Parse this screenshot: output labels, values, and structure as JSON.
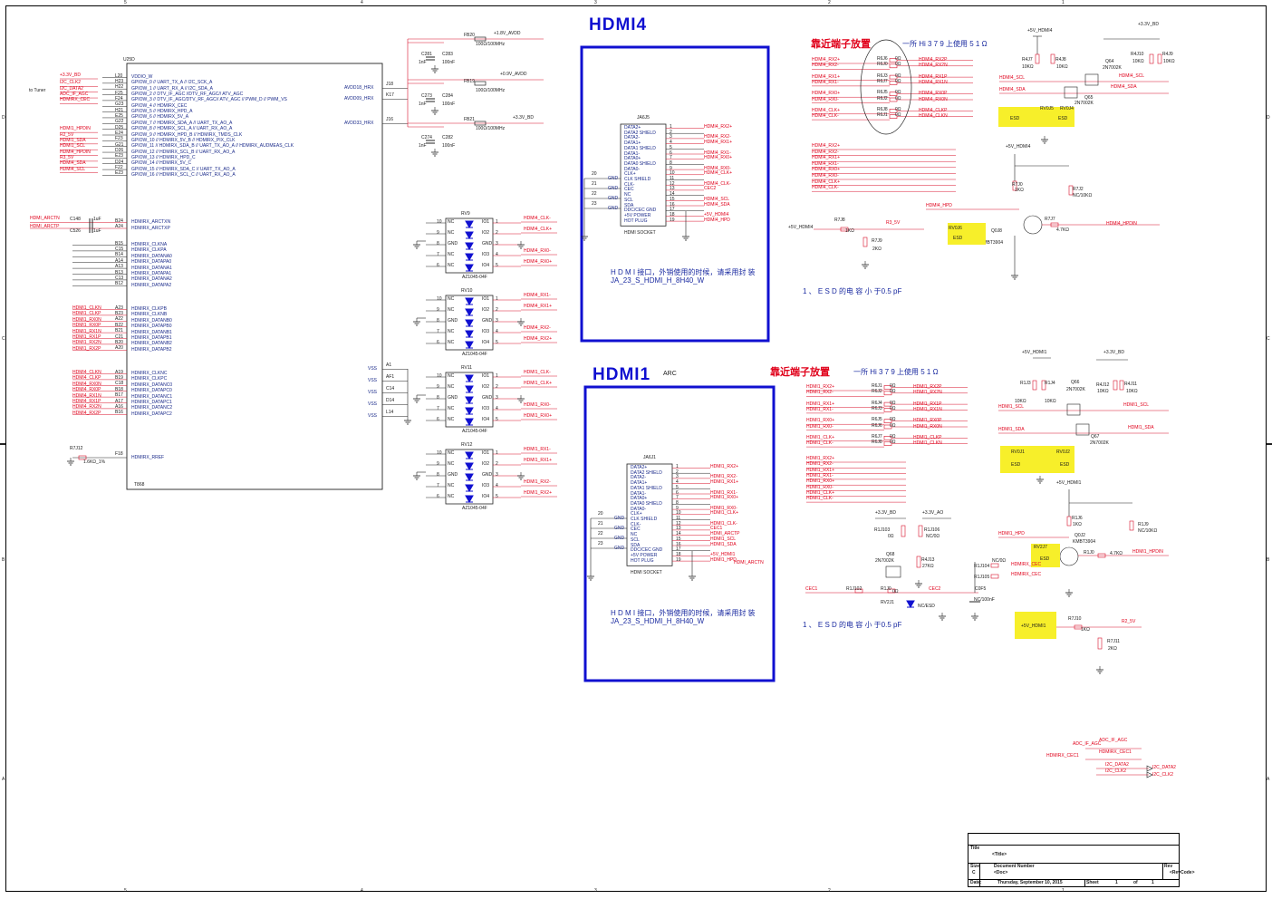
{
  "titles": {
    "hdmi4": "HDMI4",
    "hdmi1": "HDMI1",
    "arc": "ARC"
  },
  "notes": {
    "near_terminal": "靠近端子放置",
    "res_note": "一所 Hi 3 7 9 上使用 5 1 Ω",
    "socket_note_1": "H D M I 接口，外销使用的时候，请采用封 装",
    "socket_note_2": "JA_23_S_HDMI_H_8H40_W",
    "esd_note": "1 、 E S D 的电 容 小 于0.5 pF"
  },
  "chip": {
    "ref": "U25D",
    "part": "T868",
    "pins_left": [
      "VDDIO_W",
      "GPIOW_0 // UART_TX_A // I2C_SCK_A",
      "GPIOW_1 // UART_RX_A // I2C_SDA_A",
      "GPIOW_2 // DTV_IF_AGC //DTV_RF_AGC// ATV_AGC",
      "GPIOW_3 // DTV_IF_AGC/DTV_RF_AGC// ATV_AGC // PWM_D // PWM_VS",
      "GPIOW_4 // HDMIRX_CEC",
      "GPIOW_5 // HDMIRX_HPD_A",
      "GPIOW_6 // HDMIRX_5V_A",
      "GPIOW_7 // HDMIRX_SDA_A // UART_TX_AO_A",
      "GPIOW_8 // HDMIRX_SCL_A // UART_RX_AO_A",
      "GPIOW_9 // HDMIRX_HPD_B // HDMIRX_TMDS_CLK",
      "GPIOW_10 // HDMIRX_5V_B // HDMIRX_PIX_CLK",
      "GPIOW_11 // HDMIRX_SDA_B // UART_TX_AO_A // HDMIRX_AUDMEAS_CLK",
      "GPIOW_12 // HDMIRX_SCL_B // UART_RX_AO_A",
      "GPIOW_13 // HDMIRX_HPD_C",
      "GPIOW_14 // HDMIRX_5V_C",
      "GPIOW_15 // HDMIRX_SDA_C // UART_TX_AO_A",
      "GPIOW_16 // HDMIRX_SCL_C // UART_RX_AO_A"
    ],
    "pin_nums": [
      "L20",
      "H23",
      "H22",
      "F25",
      "F24",
      "G23",
      "H21",
      "E25",
      "G22",
      "D25",
      "E24",
      "F23",
      "G21",
      "D26",
      "E23",
      "D24",
      "F22",
      "E23"
    ],
    "left_nets": [
      "+3.3V_BD",
      "I2C_CLK2",
      "I2C_DATA2",
      "ADC_IF_AGC",
      "HDMIRX_CEC",
      "",
      "",
      "",
      "",
      "HDMI1_HPDIN",
      "R2_5V",
      "HDMI1_SDA",
      "HDMI1_SCL",
      "HDMI4_HPDIN",
      "R3_5V",
      "HDMI4_SDA",
      "HDMI4_SCL"
    ],
    "to_tuner": "to Tuner",
    "arc_pins": [
      "HDMIRX_ARCTXN",
      "HDMIRX_ARCTXP"
    ],
    "arc_nums": [
      "B24",
      "A24"
    ],
    "arc_nets": [
      "HDMI_ARCTN",
      "HDMI_ARCTP"
    ],
    "arc_caps": [
      "C148",
      "C526"
    ],
    "arc_cap_vals": [
      "1uF",
      "1uF"
    ],
    "groupA_pins": [
      "HDMIRX_CLKNA",
      "HDMIRX_CLKPA",
      "HDMIRX_DATANA0",
      "HDMIRX_DATAPA0",
      "HDMIRX_DATANA1",
      "HDMIRX_DATAPA1",
      "HDMIRX_DATANA2",
      "HDMIRX_DATAPA2"
    ],
    "groupA_nums": [
      "B15",
      "C15",
      "B14",
      "A14",
      "A13",
      "B13",
      "C13",
      "B12"
    ],
    "groupB_pins": [
      "HDMIRX_CLKPB",
      "HDMIRX_CLKNB",
      "HDMIRX_DATANB0",
      "HDMIRX_DATAPB0",
      "HDMIRX_DATANB1",
      "HDMIRX_DATAPB1",
      "HDMIRX_DATANB2",
      "HDMIRX_DATAPB2"
    ],
    "groupB_nums": [
      "A23",
      "B23",
      "A22",
      "B22",
      "B21",
      "C21",
      "B20",
      "A20"
    ],
    "groupB_nets": [
      "HDMI1_CLKN",
      "HDMI1_CLKP",
      "HDMI1_RX0N",
      "HDMI1_RX0P",
      "HDMI1_RX1N",
      "HDMI1_RX1P",
      "HDMI1_RX2N",
      "HDMI1_RX2P"
    ],
    "groupC_pins": [
      "HDMIRX_CLKNC",
      "HDMIRX_CLKPC",
      "HDMIRX_DATANC0",
      "HDMIRX_DATAPC0",
      "HDMIRX_DATANC1",
      "HDMIRX_DATAPC1",
      "HDMIRX_DATANC2",
      "HDMIRX_DATAPC2"
    ],
    "groupC_nums": [
      "A19",
      "B19",
      "C18",
      "B18",
      "B17",
      "A17",
      "A16",
      "B16"
    ],
    "groupC_nets": [
      "HDMI4_CLKN",
      "HDMI4_CLKP",
      "HDMI4_RX0N",
      "HDMI4_RX0P",
      "HDMI4_RX1N",
      "HDMI4_RX1P",
      "HDMI4_RX2N",
      "HDMI4_RX2P"
    ],
    "rref_pin": "HDMIRX_RREF",
    "rref_num": "F18",
    "rref_res": "R7J12",
    "rref_val": "1.6KΩ_1%",
    "right_pins": [
      "AVDD18_HRX",
      "AVDD09_HRX",
      "AVDD33_HRX"
    ],
    "right_nums": [
      "J18",
      "K17",
      "J16"
    ],
    "vss_pins": [
      "VSS",
      "VSS",
      "VSS",
      "VSS",
      "VSS"
    ],
    "vss_nums": [
      "A1",
      "AF1",
      "C14",
      "D14",
      "L14"
    ]
  },
  "power": {
    "rails": [
      "+1.8V_AVDD",
      "+0.9V_AVDD",
      "+3.3V_BD"
    ],
    "beads": [
      "FB20",
      "FB19",
      "FB21"
    ],
    "bead_vals": [
      "100Ω/100MHz",
      "100Ω/100MHz",
      "100Ω/100MHz"
    ],
    "caps": [
      "C281",
      "C283",
      "C273",
      "C284",
      "C274",
      "C282"
    ],
    "cap_vals": [
      "1nF",
      "100nF",
      "1nF",
      "100nF",
      "1nF",
      "100nF"
    ]
  },
  "esd_arrays": {
    "refs": [
      "RV9",
      "RV10",
      "RV11",
      "RV12"
    ],
    "part": "AZ1045-04F",
    "pin_labels": [
      "IO1",
      "IO2",
      "GND",
      "IO3",
      "IO4",
      "NC",
      "NC",
      "GND",
      "NC",
      "NC"
    ],
    "pin_nums": [
      "1",
      "2",
      "3",
      "4",
      "5",
      "6",
      "7",
      "8",
      "9",
      "10"
    ],
    "nets": [
      [
        "HDMI4_CLK-",
        "HDMI4_CLK+",
        "HDMI4_RX0-",
        "HDMI4_RX0+"
      ],
      [
        "HDMI4_RX1-",
        "HDMI4_RX1+",
        "HDMI4_RX2-",
        "HDMI4_RX2+"
      ],
      [
        "HDMI1_CLK-",
        "HDMI1_CLK+",
        "HDMI1_RX0-",
        "HDMI1_RX0+"
      ],
      [
        "HDMI1_RX1-",
        "HDMI1_RX1+",
        "HDMI1_RX2-",
        "HDMI1_RX2+"
      ]
    ]
  },
  "sockets": {
    "labels": [
      "DATA2+",
      "DATA2 SHIELD",
      "DATA2-",
      "DATA1+",
      "DATA1 SHIELD",
      "DATA1-",
      "DATA0+",
      "DATA0 SHIELD",
      "DATA0-",
      "CLK+",
      "CLK SHIELD",
      "CLK-",
      "CEC",
      "NC",
      "SCL",
      "SDA",
      "DDC/CEC GND",
      "+5V POWER",
      "HOT PLUG"
    ],
    "gnd_labels": [
      "GND",
      "GND",
      "GND",
      "GND"
    ],
    "gnd_nums": [
      "20",
      "21",
      "22",
      "23"
    ],
    "hdmi4": {
      "ref": "JA6J5",
      "footer": "HDMI SOCKET",
      "nets": [
        "HDMI4_RX2+",
        "",
        "HDMI4_RX2-",
        "HDMI4_RX1+",
        "",
        "HDMI4_RX1-",
        "HDMI4_RX0+",
        "",
        "HDMI4_RX0-",
        "HDMI4_CLK+",
        "",
        "HDMI4_CLK-",
        "CEC2",
        "",
        "HDMI4_SCL",
        "HDMI4_SDA",
        "",
        "+5V_HDMI4",
        "HDMI4_HPD"
      ]
    },
    "hdmi1": {
      "ref": "JA6J1",
      "footer": "HDMI SOCKET",
      "nets": [
        "HDMI1_RX2+",
        "",
        "HDMI1_RX2-",
        "HDMI1_RX1+",
        "",
        "HDMI1_RX1-",
        "HDMI1_RX0+",
        "",
        "HDMI1_RX0-",
        "HDMI1_CLK+",
        "",
        "HDMI1_CLK-",
        "CEC1",
        "HDMI_ARCTP",
        "HDMI1_SCL",
        "HDMI1_SDA",
        "",
        "+5V_HDMI1",
        "HDMI1_HPD"
      ],
      "extra_net": "HDMI_ARCTN"
    }
  },
  "series_res": {
    "hdmi4_in": [
      "HDMI4_RX2+",
      "HDMI4_RX2-",
      "HDMI4_RX1+",
      "HDMI4_RX1-",
      "HDMI4_RX0+",
      "HDMI4_RX0-",
      "HDMI4_CLK+",
      "HDMI4_CLK-"
    ],
    "hdmi4_out": [
      "HDMI4_RX2P",
      "HDMI4_RX2N",
      "HDMI4_RX1P",
      "HDMI4_RX1N",
      "HDMI4_RX0P",
      "HDMI4_RX0N",
      "HDMI4_CLKP",
      "HDMI4_CLKN"
    ],
    "hdmi4_refs": [
      "R6J6",
      "R6J0",
      "R6J3",
      "R6J7",
      "R6J5",
      "R6J2",
      "R6J8",
      "R6J1"
    ],
    "hdmi1_in": [
      "HDMI1_RX2+",
      "HDMI1_RX2-",
      "HDMI1_RX1+",
      "HDMI1_RX1-",
      "HDMI1_RX0+",
      "HDMI1_RX0-",
      "HDMI1_CLK+",
      "HDMI1_CLK-"
    ],
    "hdmi1_out": [
      "HDMI1_RX2P",
      "HDMI1_RX2N",
      "HDMI1_RX1P",
      "HDMI1_RX1N",
      "HDMI1_RX0P",
      "HDMI1_RX0N",
      "HDMI1_CLKP",
      "HDMI1_CLKN"
    ],
    "hdmi1_refs": [
      "R6J1",
      "R6J2",
      "R6J4",
      "R6J3",
      "R6J5",
      "R6J6",
      "R6J7",
      "R6J8"
    ],
    "val": "0Ω"
  },
  "hdmi4_ctrl": {
    "rails": [
      "+5V_HDMI4",
      "+3.3V_BD",
      "+5V_HDMI4"
    ],
    "res": [
      "R4J7",
      "R4J8",
      "R4J10",
      "R4J9",
      "R7J0",
      "R7J2",
      "R7J7",
      "R7J8",
      "R7J9"
    ],
    "res_vals": [
      "10KΩ",
      "10KΩ",
      "10KΩ",
      "10KΩ",
      "1KΩ",
      "NC/10KΩ",
      "4.7KΩ",
      "1KΩ",
      "2KΩ"
    ],
    "mosfets": [
      "Q64",
      "Q65"
    ],
    "mosfet_part": "2N7002K",
    "bjt": "Q0J8",
    "bjt_part": "KMBT3904",
    "esd_diodes": [
      "RV0J5",
      "RV0J4",
      "RV0J6"
    ],
    "esd_label": "ESD",
    "nets": [
      "HDMI4_SCL",
      "HDMI4_SDA",
      "HDMI4_HPD",
      "HDMI4_HPDIN",
      "R3_5V",
      "+5V_HDMI4"
    ]
  },
  "hdmi1_ctrl": {
    "rails": [
      "+5V_HDMI1",
      "+3.3V_BD",
      "+5V_HDMI1"
    ],
    "res": [
      "R1J3",
      "R1J4",
      "R4J12",
      "R4J11",
      "R1J6",
      "R1J9",
      "R1J0"
    ],
    "res_vals": [
      "10KΩ",
      "10KΩ",
      "10KΩ",
      "10KΩ",
      "1KΩ",
      "NC/10KΩ",
      "4.7KΩ"
    ],
    "mosfets": [
      "Q66",
      "Q67"
    ],
    "mosfet_part": "2N7002K",
    "bjt": "Q0J2",
    "bjt_part": "KMBT3904",
    "esd_diodes": [
      "RV0J1",
      "RV0J2",
      "RV2J7"
    ],
    "esd_label": "ESD",
    "nets": [
      "HDMI1_SCL",
      "HDMI1_SDA",
      "HDMI1_HPD",
      "HDMI1_HPDIN"
    ]
  },
  "cec": {
    "rails": [
      "+3.3V_BD",
      "+3.3V_AO"
    ],
    "res": [
      "R1J103",
      "R1J106",
      "R4J13",
      "R1J104",
      "R1J105",
      "R1J102",
      "R1J0"
    ],
    "res_vals": [
      "0Ω",
      "NC/0Ω",
      "27KΩ",
      "NC/0Ω",
      "0Ω"
    ],
    "fet": "Q68",
    "fet_part": "2N7002K",
    "diode": "RV2J1",
    "diode_part": "NC/ESD",
    "cap": "C0F5",
    "cap_val": "NC/100nF",
    "nets": [
      "CEC1",
      "CEC2",
      "HDMIRX_CEC",
      "HDMIRX_CEC"
    ]
  },
  "r2_5v": {
    "rail": "+5V_HDMI1",
    "res": [
      "R7J10",
      "R7J11"
    ],
    "vals": [
      "1KΩ",
      "2KΩ"
    ],
    "net": "R2_5V"
  },
  "r3_5v": {
    "rail": "+5V_HDMI4",
    "res": [
      "R7J8",
      "R7J9"
    ],
    "vals": [
      "1KΩ",
      "2KΩ"
    ],
    "net": "R3_5V"
  },
  "offpage": {
    "left": [
      "ADC_IF_AGC",
      "HDMIRX_CEC1"
    ],
    "right": [
      "ADC_IF_AGC",
      "HDMIRX_CEC1",
      "I2C_DATA2",
      "I2C_CLK2"
    ],
    "port": [
      "I2C_DATA2",
      "I2C_CLK2"
    ]
  },
  "hdmi4_bus": [
    "HDMI4_RX2+",
    "HDMI4_RX2-",
    "HDMI4_RX1+",
    "HDMI4_RX1-",
    "HDMI4_RX0+",
    "HDMI4_RX0-",
    "HDMI4_CLK+",
    "HDMI4_CLK-"
  ],
  "hdmi1_bus": [
    "HDMI1_RX2+",
    "HDMI1_RX2-",
    "HDMI1_RX1+",
    "HDMI1_RX1-",
    "HDMI1_RX0+",
    "HDMI1_RX0-",
    "HDMI1_CLK+",
    "HDMI1_CLK-"
  ],
  "border": {
    "cols": [
      "5",
      "4",
      "3",
      "2",
      "1"
    ],
    "rows": [
      "D",
      "C",
      "B",
      "A"
    ]
  },
  "title_block": {
    "title_lbl": "Title",
    "title_val": "<Title>",
    "size_lbl": "Size",
    "size_val": "C",
    "doc_lbl": "Document Number",
    "doc_val": "<Doc>",
    "rev_lbl": "Rev",
    "rev_val": "<RevCode>",
    "date_lbl": "Date:",
    "date_val": "Thursday, September 10, 2015",
    "sheet_lbl": "Sheet",
    "sheet_val": "1",
    "of_lbl": "of",
    "of_val": "1"
  }
}
